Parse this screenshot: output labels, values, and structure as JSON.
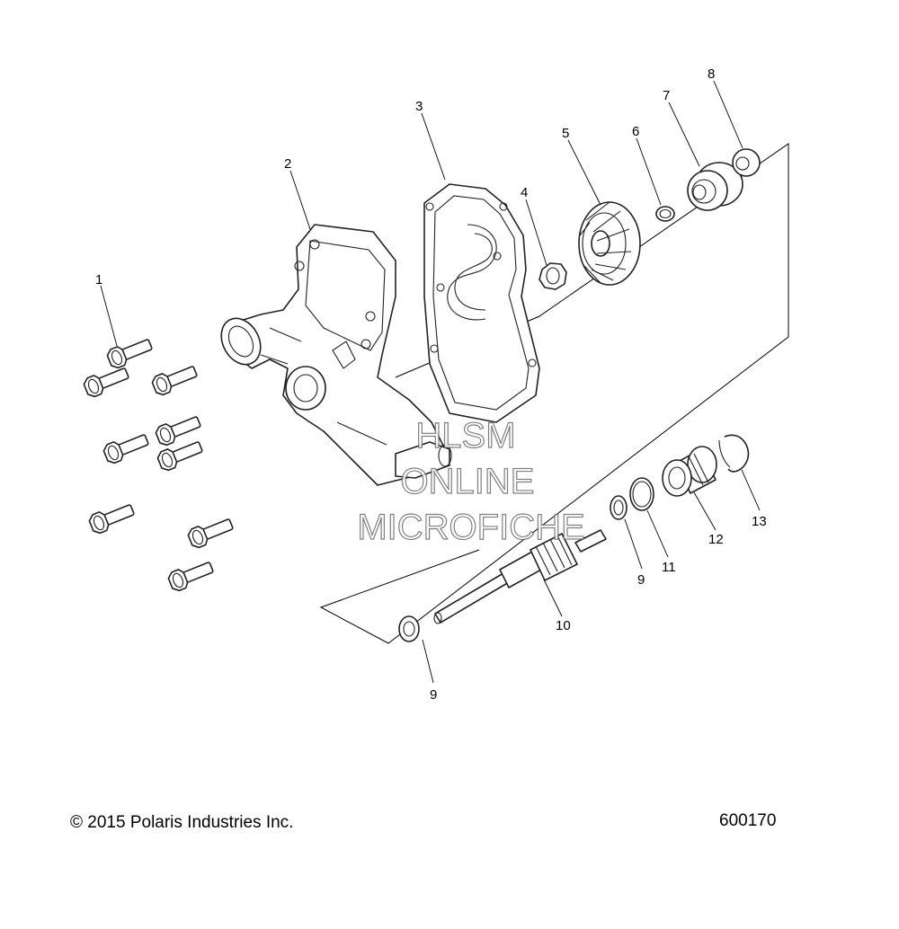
{
  "callouts": {
    "c1": "1",
    "c2": "2",
    "c3": "3",
    "c4": "4",
    "c5": "5",
    "c6": "6",
    "c7": "7",
    "c8": "8",
    "c9a": "9",
    "c9b": "9",
    "c10": "10",
    "c11": "11",
    "c12": "12",
    "c13": "13"
  },
  "watermark": {
    "line1": "HLSM",
    "line2": "ONLINE",
    "line3": "MICROFICHE"
  },
  "footer": {
    "copyright": "© 2015 Polaris Industries Inc.",
    "diagram_id": "600170"
  }
}
